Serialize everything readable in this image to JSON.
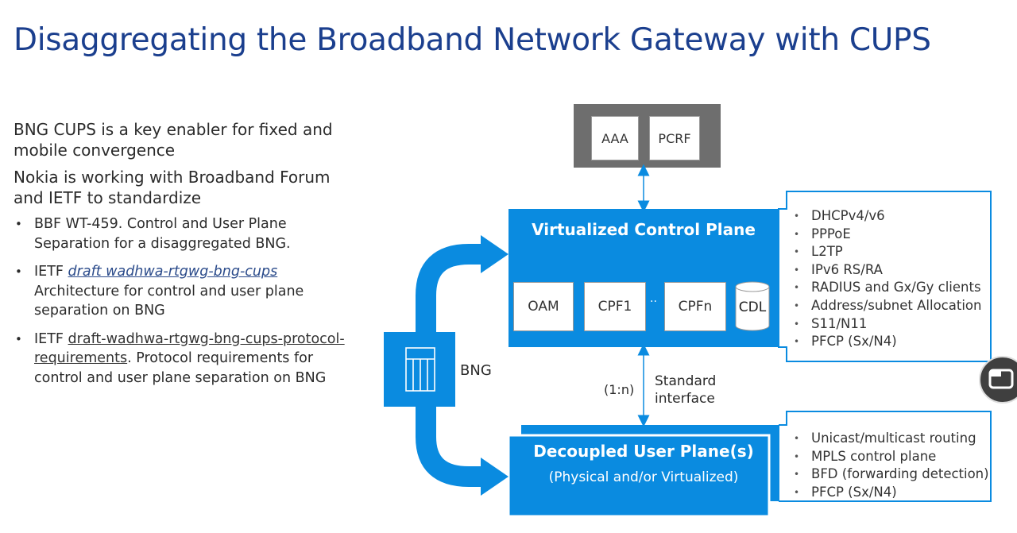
{
  "title": "Disaggregating the Broadband Network Gateway with CUPS",
  "lead": [
    "BNG CUPS is a key enabler for fixed and mobile convergence",
    "Nokia is working with Broadband Forum and IETF to standardize"
  ],
  "bullets": {
    "b1": "BBF WT-459. Control and User Plane Separation for a disaggregated BNG.",
    "b2_prefix": "IETF ",
    "b2_link": "draft wadhwa-rtgwg-bng-cups",
    "b2_rest": " Architecture for control and user plane separation on BNG",
    "b3_prefix": "IETF ",
    "b3_link": "draft-wadhwa-rtgwg-bng-cups-protocol-requirements",
    "b3_rest": ". Protocol requirements for control and user plane separation on BNG"
  },
  "diagram": {
    "aaa": "AAA",
    "pcrf": "PCRF",
    "control_plane": "Virtualized Control Plane",
    "oam": "OAM",
    "cpf1": "CPF1",
    "dots": "..",
    "cpfn": "CPFn",
    "cdl": "CDL",
    "bng": "BNG",
    "ratio": "(1:n)",
    "interface_line1": "Standard",
    "interface_line2": "interface",
    "user_plane": "Decoupled User Plane(s)",
    "user_plane_sub": "(Physical and/or Virtualized)",
    "cp_features": [
      "DHCPv4/v6",
      "PPPoE",
      "L2TP",
      "IPv6 RS/RA",
      "RADIUS and Gx/Gy clients",
      "Address/subnet Allocation",
      "S11/N11",
      "PFCP (Sx/N4)"
    ],
    "up_features": [
      "Unicast/multicast routing",
      "MPLS control plane",
      "BFD (forwarding detection)",
      "PFCP (Sx/N4)"
    ]
  },
  "colors": {
    "title": "#1b3f8e",
    "accent": "#0a8be0",
    "gray": "#6e6e6e"
  }
}
